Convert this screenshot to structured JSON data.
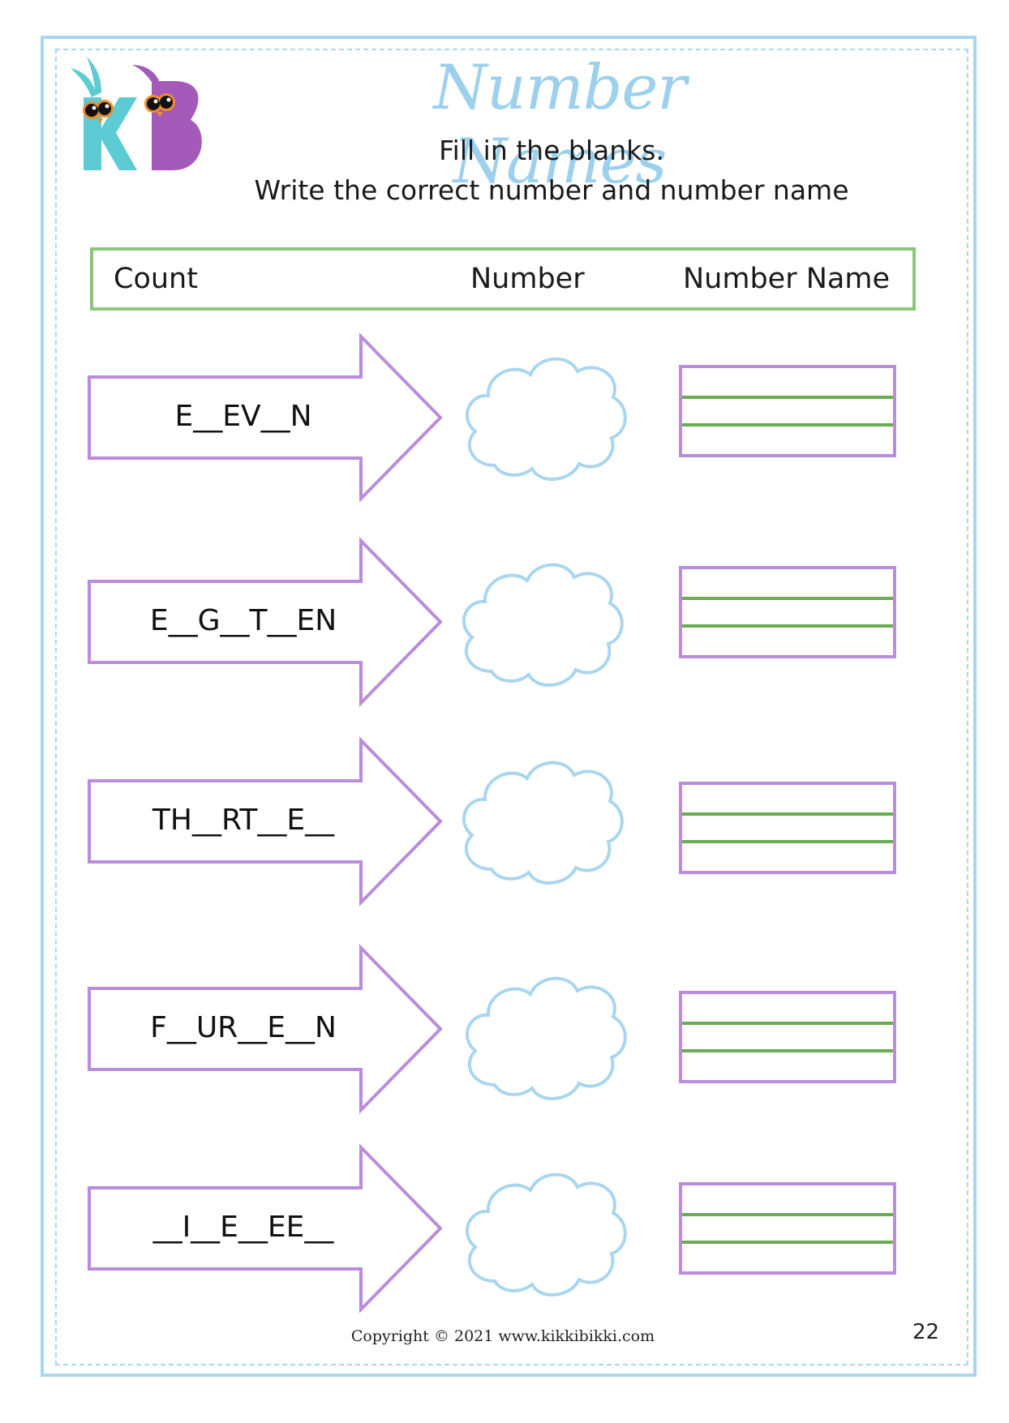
{
  "header": {
    "title": "Number Names",
    "instruction_1": "Fill in the blanks.",
    "instruction_2": "Write the correct number and number name"
  },
  "columns": {
    "count": "Count",
    "number": "Number",
    "number_name": "Number Name"
  },
  "rows": [
    {
      "clue": "E__EV__N"
    },
    {
      "clue": "E__G__T__EN"
    },
    {
      "clue": "TH__RT__E__"
    },
    {
      "clue": "F__UR__E__N"
    },
    {
      "clue": "__I__E__EE__"
    }
  ],
  "footer": {
    "copyright": "Copyright © 2021 www.kikkibikki.com",
    "page_number": "22"
  },
  "logo": {
    "icon": "kb-logo-icon"
  },
  "colors": {
    "frame": "#a9d6ee",
    "title": "#9cd0ec",
    "arrow": "#b98cdc",
    "header_box": "#8cc67a",
    "cloud": "#a9d6ee",
    "line_green": "#6aab55"
  }
}
